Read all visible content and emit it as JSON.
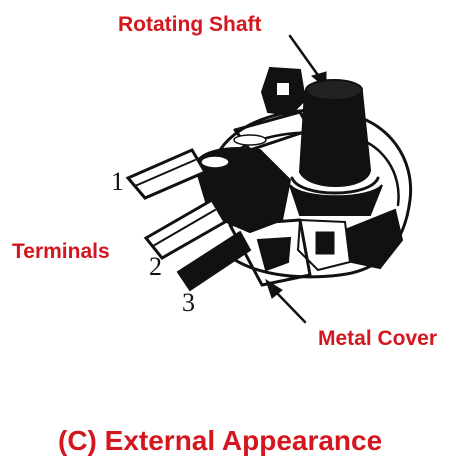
{
  "diagram": {
    "label_rotating_shaft": "Rotating Shaft",
    "label_terminals": "Terminals",
    "label_metal_cover": "Metal Cover",
    "caption": "(C) External Appearance",
    "terminal_numbers": [
      "1",
      "2",
      "3"
    ],
    "label_color": "#d4161e"
  }
}
